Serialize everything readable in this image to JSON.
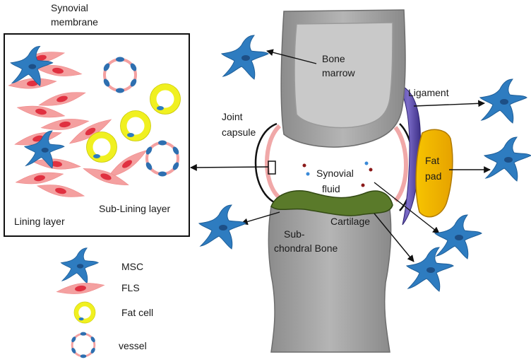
{
  "labels": {
    "synovial_membrane_1": "Synovial",
    "synovial_membrane_2": "membrane",
    "bone_marrow_1": "Bone",
    "bone_marrow_2": "marrow",
    "ligament": "Ligament",
    "joint_capsule_1": "Joint",
    "joint_capsule_2": "capsule",
    "fat_pad_1": "Fat",
    "fat_pad_2": "pad",
    "synovial_fluid_1": "Synovial",
    "synovial_fluid_2": "fluid",
    "cartilage": "Cartilage",
    "subchondral_1": "Sub-",
    "subchondral_2": "chondral Bone",
    "lining_layer": "Lining layer",
    "sub_lining_layer": "Sub-Lining layer"
  },
  "legend": [
    {
      "label": "MSC",
      "icon": "msc-cell-icon"
    },
    {
      "label": "FLS",
      "icon": "fls-cell-icon"
    },
    {
      "label": "Fat cell",
      "icon": "fat-cell-icon"
    },
    {
      "label": "vessel",
      "icon": "vessel-icon"
    }
  ],
  "colors": {
    "msc": "#2e7cc0",
    "fls": "#f4a0a0",
    "fls_nucleus": "#e03040",
    "fat_cell": "#f0f020",
    "bone": "#a6a6a6",
    "cartilage": "#5a7a2a",
    "ligament": "#5a4aa8",
    "fat_pad": "#f2b800",
    "capsule_lining": "#f0a8a8"
  }
}
